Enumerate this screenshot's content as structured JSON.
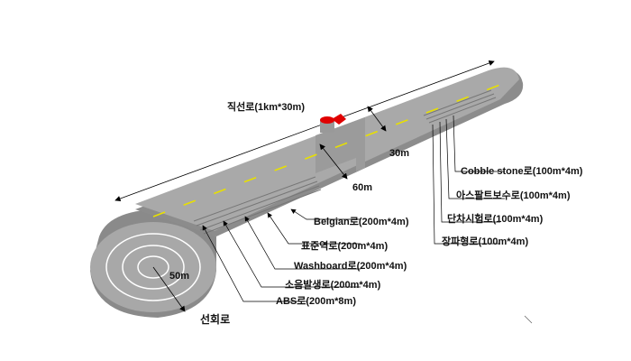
{
  "title": "직선로(1km*30m)",
  "dims": {
    "width_30": "30m",
    "width_60": "60m",
    "radius": "50m"
  },
  "circle_label": "선회로",
  "left_tracks": [
    {
      "name": "Belgian로",
      "size": "(200m*4m)"
    },
    {
      "name": "표준역로",
      "size": "(200m*4m)"
    },
    {
      "name": "Washboard로",
      "size": "(200m*4m)"
    },
    {
      "name": "소음발생로",
      "size": "(200m*4m)"
    },
    {
      "name": "ABS로",
      "size": "(200m*8m)"
    }
  ],
  "right_tracks": [
    {
      "name": "Cobble stone로",
      "size": "(100m*4m)"
    },
    {
      "name": "아스팔트보수로",
      "size": "(100m*4m)"
    },
    {
      "name": "단차시험로",
      "size": "(100m*4m)"
    },
    {
      "name": "장파형로",
      "size": "(100m*4m)"
    }
  ],
  "colors": {
    "road": "#9e9e9e",
    "lane": "#e8e000",
    "building": "#e00000"
  }
}
